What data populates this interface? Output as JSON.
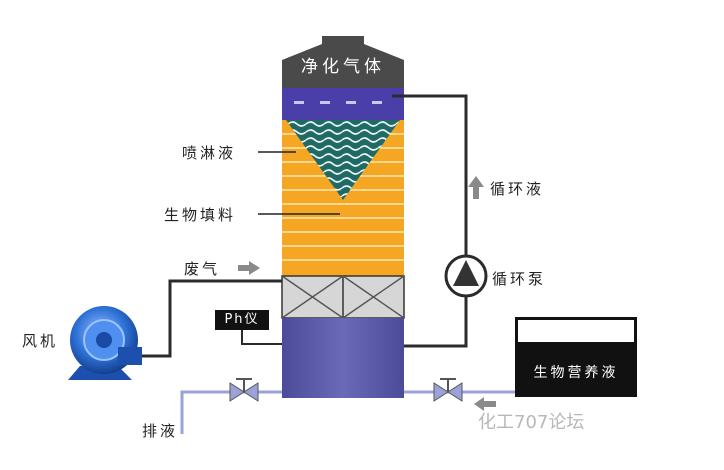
{
  "labels": {
    "clean_gas": "净化气体",
    "spray_liquid": "喷淋液",
    "bio_packing": "生物填料",
    "waste_gas": "废气",
    "fan": "风机",
    "ph_meter": "Ph仪",
    "circulating_liquid": "循环液",
    "circulating_pump": "循环泵",
    "nutrient_solution": "生物营养液",
    "drain": "排液",
    "watermark": "化工707论坛"
  },
  "colors": {
    "hood": "#4a4a4a",
    "spray_band": "#4a3fa8",
    "packing": "#f5a623",
    "packing_line": "#fde7b5",
    "cone": "#1f6a64",
    "grid": "#d6d6d6",
    "sump": "#5a5aa8",
    "pipe": "#2b2b2b",
    "water_pipe": "#9aa2d8",
    "fan": "#2f73d8",
    "tank_top": "#ffffff",
    "tank_bottom": "#111111"
  }
}
